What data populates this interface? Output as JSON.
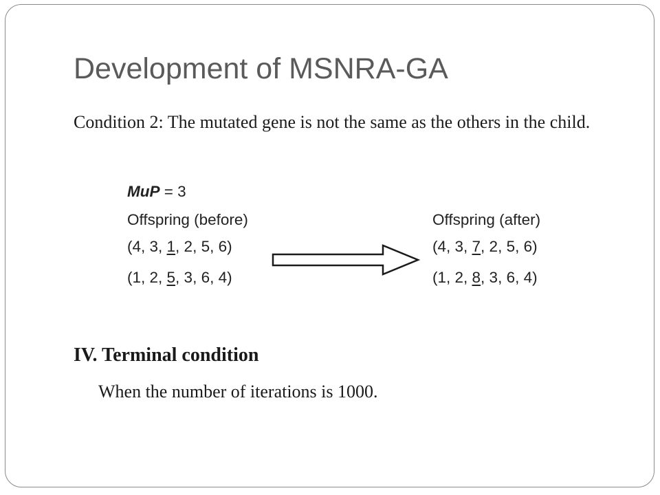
{
  "slide": {
    "title": "Development of MSNRA-GA",
    "condition_text": "Condition 2: The mutated gene is not the same as the others in the child.",
    "figure": {
      "mup_var": "MuP",
      "mup_eq": " = 3",
      "before_heading": "Offspring (before)",
      "after_heading": "Offspring (after)",
      "before_rows": [
        {
          "pre": "(4, 3, ",
          "gene": "1",
          "post": ", 2, 5, 6)"
        },
        {
          "pre": "(1, 2, ",
          "gene": "5",
          "post": ", 3, 6, 4)"
        }
      ],
      "after_rows": [
        {
          "pre": "(4, 3, ",
          "gene": "7",
          "post": ", 2, 5, 6)"
        },
        {
          "pre": "(1, 2, ",
          "gene": "8",
          "post": ", 3, 6, 4)"
        }
      ]
    },
    "section_heading": "IV. Terminal condition",
    "section_body": "When the number of iterations is 1000."
  }
}
